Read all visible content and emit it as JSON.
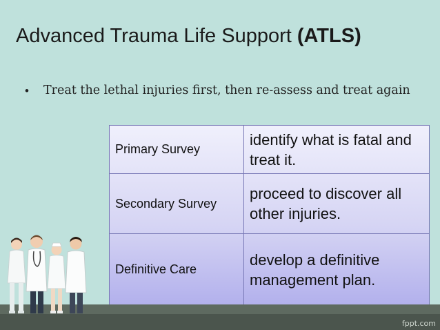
{
  "slide": {
    "title_main": "Advanced Trauma Life Support ",
    "title_bold": "(ATLS)",
    "bullet": "Treat the lethal injuries first, then re-assess and treat again",
    "rows": [
      {
        "phase": "Primary Survey",
        "desc": "identify what is fatal and treat it."
      },
      {
        "phase": "Secondary Survey",
        "desc": "proceed to discover all other injuries."
      },
      {
        "phase": "Definitive Care",
        "desc": "develop a definitive management plan."
      }
    ],
    "watermark": "fppt.com"
  },
  "colors": {
    "background": "#bfe1dc",
    "table_top": "#f0f0fc",
    "table_bottom": "#b2b0ec",
    "ground": "#5e6a60"
  },
  "icons": [
    "medical-staff-illustration"
  ]
}
